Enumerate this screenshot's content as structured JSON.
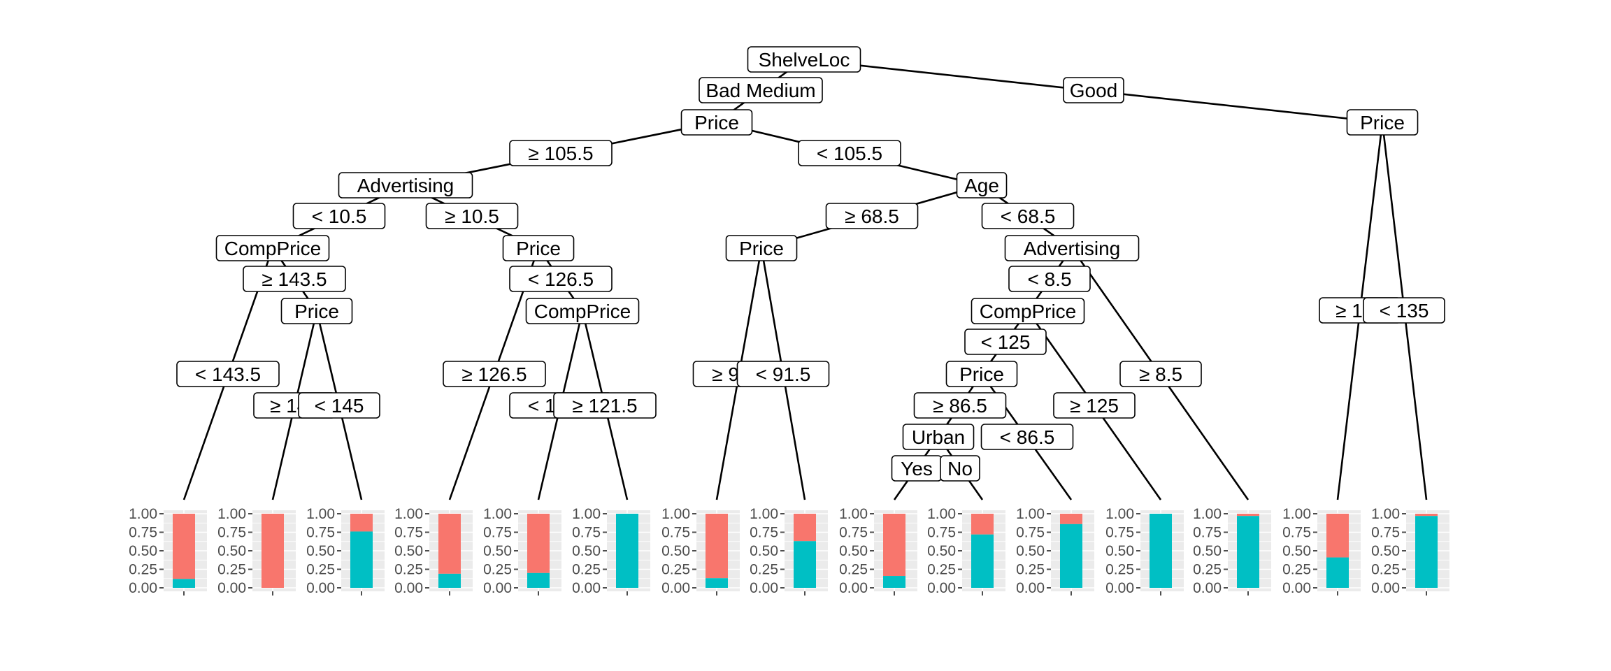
{
  "diagram": {
    "type": "decision-tree",
    "colors": {
      "bar_no": "#F8766D",
      "bar_yes": "#00BFC4"
    },
    "axis_ticks": [
      "1.00",
      "0.75",
      "0.50",
      "0.25",
      "0.00"
    ],
    "nodes": [
      {
        "id": "n1",
        "label": "ShelveLoc"
      },
      {
        "id": "n2",
        "label": "Price"
      },
      {
        "id": "n3",
        "label": "Advertising"
      },
      {
        "id": "n4",
        "label": "CompPrice"
      },
      {
        "id": "n5",
        "label": "Price"
      },
      {
        "id": "n6",
        "label": "Price"
      },
      {
        "id": "n7",
        "label": "CompPrice"
      },
      {
        "id": "n8",
        "label": "Age"
      },
      {
        "id": "n9",
        "label": "Price"
      },
      {
        "id": "n10",
        "label": "Advertising"
      },
      {
        "id": "n11",
        "label": "CompPrice"
      },
      {
        "id": "n12",
        "label": "Price"
      },
      {
        "id": "n13",
        "label": "Urban"
      },
      {
        "id": "n14",
        "label": "Price"
      }
    ],
    "edges": [
      {
        "from": "n1",
        "to": "n2",
        "label": "Bad Medium"
      },
      {
        "from": "n1",
        "to": "n14",
        "label": "Good"
      },
      {
        "from": "n2",
        "to": "n3",
        "label": "≥  105.5"
      },
      {
        "from": "n2",
        "to": "n8",
        "label": "<  105.5"
      },
      {
        "from": "n3",
        "to": "n4",
        "label": "<  10.5"
      },
      {
        "from": "n3",
        "to": "n6",
        "label": "≥  10.5"
      },
      {
        "from": "n4",
        "to": "L1",
        "label": "<  143.5"
      },
      {
        "from": "n4",
        "to": "n5",
        "label": "≥  143.5"
      },
      {
        "from": "n5",
        "to": "L2",
        "label": "≥  145"
      },
      {
        "from": "n5",
        "to": "L3",
        "label": "<  145"
      },
      {
        "from": "n6",
        "to": "L4",
        "label": "≥  126.5"
      },
      {
        "from": "n6",
        "to": "n7",
        "label": "<  126.5"
      },
      {
        "from": "n7",
        "to": "L5",
        "label": "<  121.5"
      },
      {
        "from": "n7",
        "to": "L6",
        "label": "≥  121.5"
      },
      {
        "from": "n8",
        "to": "n9",
        "label": "≥  68.5"
      },
      {
        "from": "n8",
        "to": "n10",
        "label": "<  68.5"
      },
      {
        "from": "n9",
        "to": "L7",
        "label": "≥  91.5"
      },
      {
        "from": "n9",
        "to": "L8",
        "label": "<  91.5"
      },
      {
        "from": "n10",
        "to": "n11",
        "label": "<  8.5"
      },
      {
        "from": "n10",
        "to": "L13",
        "label": "≥  8.5"
      },
      {
        "from": "n11",
        "to": "n12",
        "label": "<  125"
      },
      {
        "from": "n11",
        "to": "L12",
        "label": "≥  125"
      },
      {
        "from": "n12",
        "to": "n13",
        "label": "≥  86.5"
      },
      {
        "from": "n12",
        "to": "L11",
        "label": "<  86.5"
      },
      {
        "from": "n13",
        "to": "L9",
        "label": "Yes"
      },
      {
        "from": "n13",
        "to": "L10",
        "label": "No"
      },
      {
        "from": "n14",
        "to": "L14",
        "label": "≥  135"
      },
      {
        "from": "n14",
        "to": "L15",
        "label": "<  135"
      }
    ],
    "leaves": [
      {
        "id": "L1",
        "yes_fraction": 0.12
      },
      {
        "id": "L2",
        "yes_fraction": 0.0
      },
      {
        "id": "L3",
        "yes_fraction": 0.76
      },
      {
        "id": "L4",
        "yes_fraction": 0.19
      },
      {
        "id": "L5",
        "yes_fraction": 0.2
      },
      {
        "id": "L6",
        "yes_fraction": 1.0
      },
      {
        "id": "L7",
        "yes_fraction": 0.13
      },
      {
        "id": "L8",
        "yes_fraction": 0.63
      },
      {
        "id": "L9",
        "yes_fraction": 0.16
      },
      {
        "id": "L10",
        "yes_fraction": 0.72
      },
      {
        "id": "L11",
        "yes_fraction": 0.86
      },
      {
        "id": "L12",
        "yes_fraction": 1.0
      },
      {
        "id": "L13",
        "yes_fraction": 0.97
      },
      {
        "id": "L14",
        "yes_fraction": 0.41
      },
      {
        "id": "L15",
        "yes_fraction": 0.97
      }
    ]
  }
}
